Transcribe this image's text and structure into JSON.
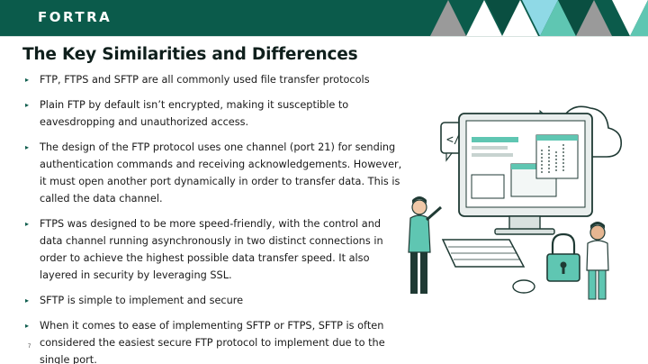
{
  "brand": {
    "logo_text": "FORTRA",
    "primary_color": "#0b5b4b",
    "accent_colors": [
      "#5fc6b2",
      "#8fd9e6",
      "#9a9a9a",
      "#0b5b4b"
    ]
  },
  "slide": {
    "title": "The Key Similarities and Differences",
    "page_number": "7",
    "bullets": [
      {
        "text": "FTP, FTPS and SFTP are all commonly used file transfer protocols"
      },
      {
        "text": "Plain FTP by default isn’t encrypted, making it susceptible to eavesdropping and unauthorized access."
      },
      {
        "text": "The design of the FTP protocol uses one channel (port 21) for sending authentication commands and receiving acknowledgements. However, it must open another port dynamically in order to transfer data. This is called the data channel."
      },
      {
        "text": "FTPS was designed to be more speed-friendly, with the control and data channel running asynchronously in two distinct connections in order to achieve the highest possible data transfer speed. It also layered in security by leveraging SSL."
      },
      {
        "text": "SFTP is simple to implement and secure"
      },
      {
        "text": "When it comes to ease of implementing SFTP or FTPS, SFTP is often considered the easiest secure FTP protocol to implement due to the single port."
      }
    ],
    "bullet_marker": "▸",
    "illustration": {
      "icons": [
        "monitor-icon",
        "code-icon",
        "cloud-icon",
        "lock-icon",
        "keyboard-icon",
        "mouse-icon",
        "person-icon"
      ]
    }
  }
}
